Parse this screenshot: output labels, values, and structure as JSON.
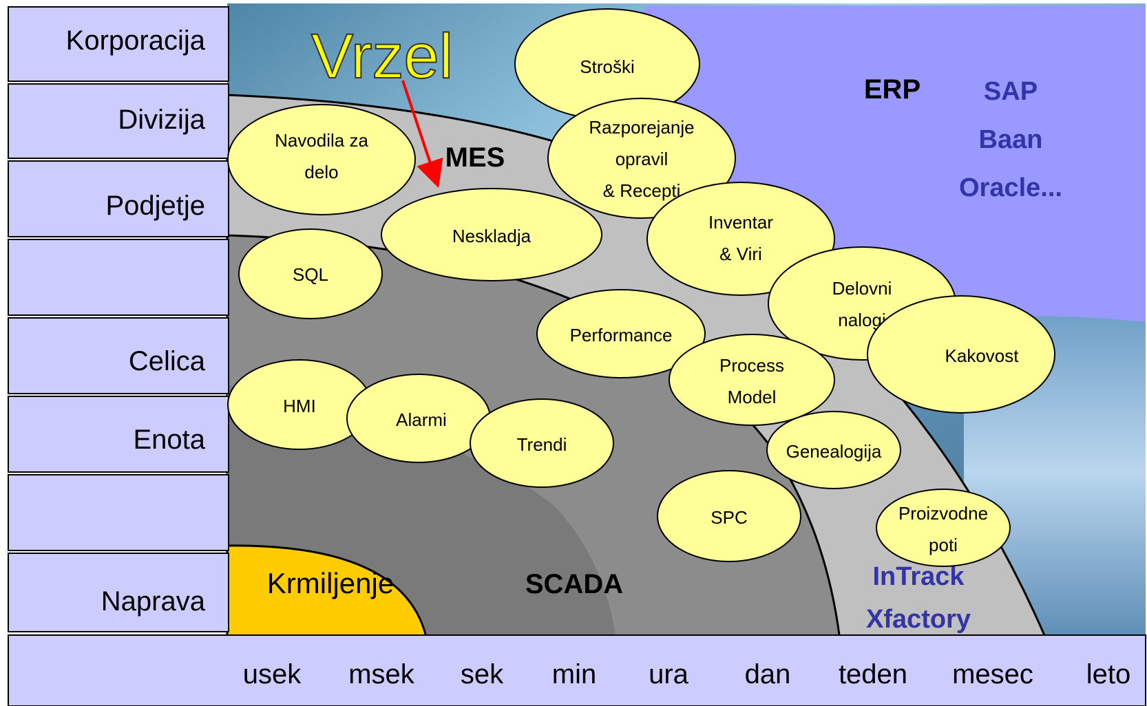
{
  "levels": [
    "Korporacija",
    "Divizija",
    "Podjetje",
    "",
    "Celica",
    "Enota",
    "",
    "Naprava"
  ],
  "time_scale": [
    "usek",
    "msek",
    "sek",
    "min",
    "ura",
    "dan",
    "teden",
    "mesec",
    "leto"
  ],
  "gap_label": "Vrzel",
  "zones": {
    "erp": "ERP",
    "mes": "MES",
    "scada": "SCADA",
    "control": "Krmiljenje"
  },
  "erp_vendors": [
    "SAP",
    "Baan",
    "Oracle..."
  ],
  "mes_vendors": [
    "InTrack",
    "Xfactory"
  ],
  "bubbles": {
    "stroski": [
      "Stroški"
    ],
    "navodila": [
      "Navodila za",
      "delo"
    ],
    "razporejanje": [
      "Razporejanje",
      "opravil",
      "& Recepti"
    ],
    "neskladja": [
      "Neskladja"
    ],
    "inventar": [
      "Inventar",
      "& Viri"
    ],
    "sql": [
      "SQL"
    ],
    "delovni": [
      "Delovni",
      "nalogi"
    ],
    "performance": [
      "Performance"
    ],
    "kakovost": [
      "Kakovost"
    ],
    "process_model": [
      "Process",
      "Model"
    ],
    "hmi": [
      "HMI"
    ],
    "alarmi": [
      "Alarmi"
    ],
    "trendi": [
      "Trendi"
    ],
    "genealogija": [
      "Genealogija"
    ],
    "spc": [
      "SPC"
    ],
    "proizvodne": [
      "Proizvodne",
      "poti"
    ]
  },
  "colors": {
    "level_fill": "#ccccff",
    "erp_fill": "#9999ff",
    "mes_fill": "#c0c0c0",
    "scada_fill": "#8c8c8c",
    "scada_inner_fill": "#7a7a7a",
    "control_fill": "#ffcc00",
    "bubble_fill": "#ffff99",
    "vendor_text": "#3333aa",
    "gap_text": "#ffff00",
    "arrow": "#ff0000"
  }
}
